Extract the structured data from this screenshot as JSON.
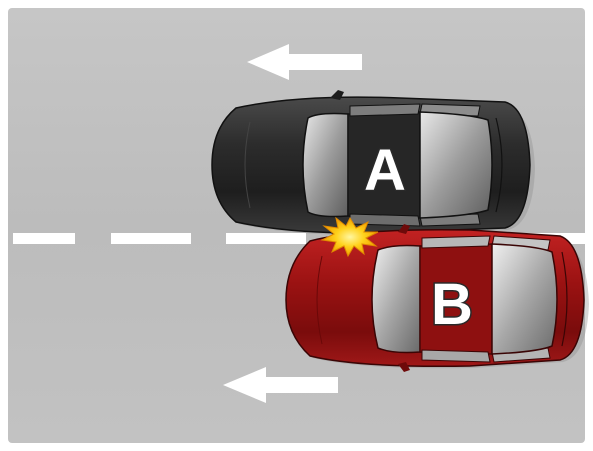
{
  "scene": {
    "road_color": "#bdbdbd",
    "lane_marking_color": "#ffffff",
    "impact_color": "#f7d21c"
  },
  "vehicles": [
    {
      "id": "a",
      "label": "A",
      "body_color": "#2b2b2b",
      "heading": "left"
    },
    {
      "id": "b",
      "label": "B",
      "body_color": "#9c1414",
      "heading": "left"
    }
  ],
  "arrows": [
    {
      "id": "top",
      "direction": "left"
    },
    {
      "id": "bottom",
      "direction": "left"
    }
  ]
}
